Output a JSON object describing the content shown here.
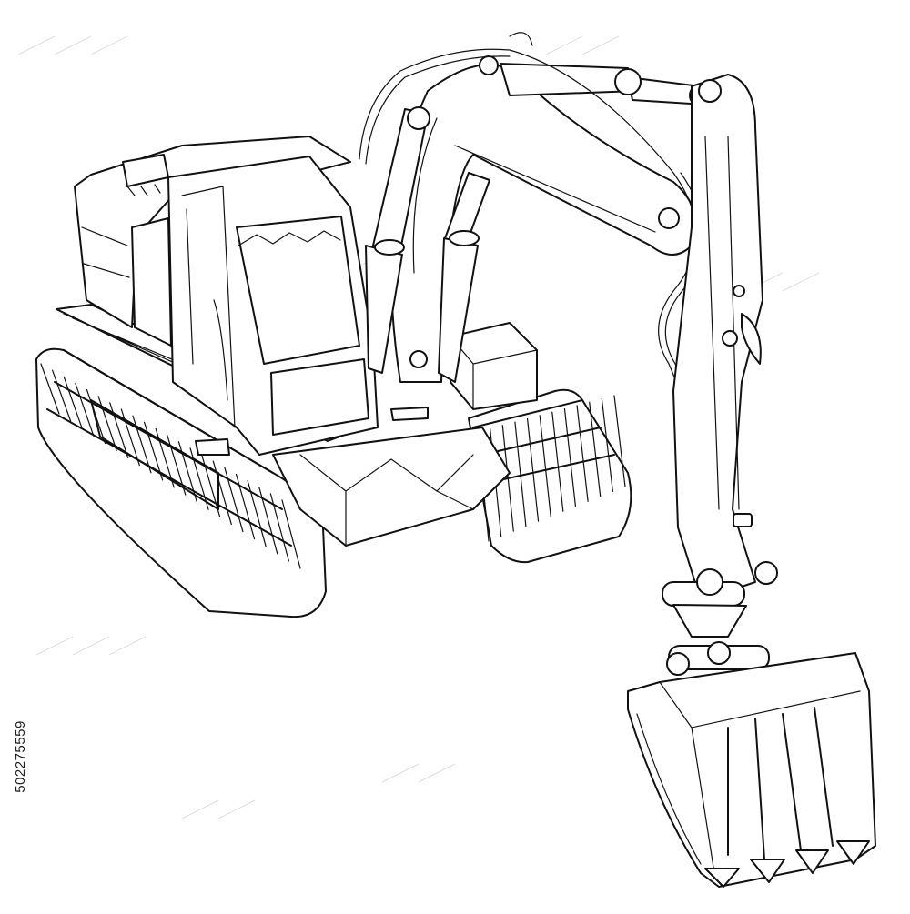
{
  "image": {
    "subject": "excavator",
    "style": "line-art",
    "background_color": "#ffffff",
    "line_color": "#111111"
  },
  "watermark": {
    "id_text": "502275559"
  }
}
